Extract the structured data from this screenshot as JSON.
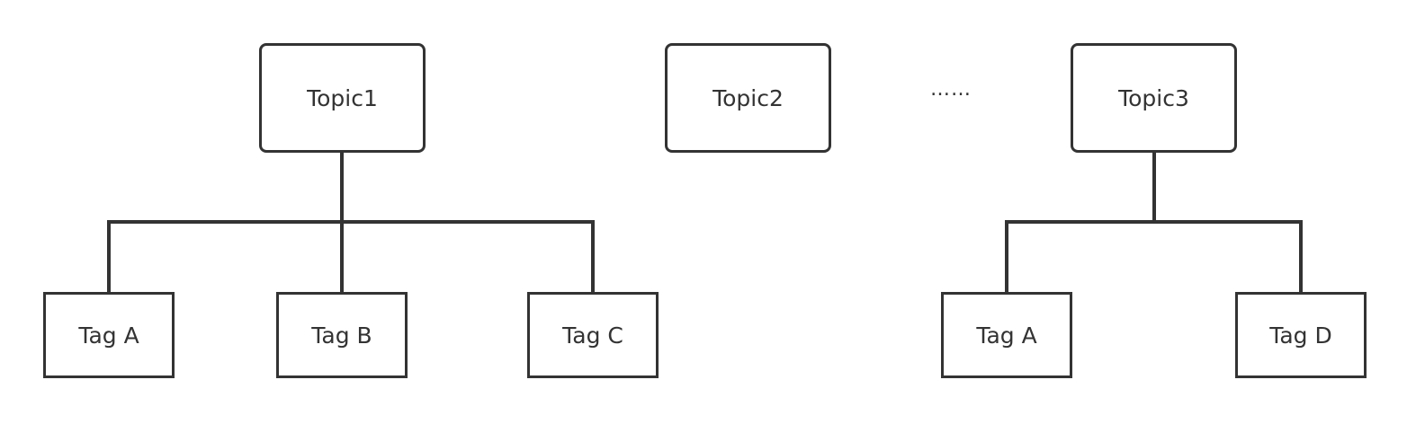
{
  "topics": [
    {
      "label": "Topic1"
    },
    {
      "label": "Topic2"
    },
    {
      "label": "Topic3"
    }
  ],
  "ellipsis": "……",
  "topic1_tags": [
    {
      "label": "Tag A"
    },
    {
      "label": "Tag B"
    },
    {
      "label": "Tag C"
    }
  ],
  "topic3_tags": [
    {
      "label": "Tag A"
    },
    {
      "label": "Tag D"
    }
  ],
  "colors": {
    "stroke": "#333333",
    "background": "#ffffff"
  }
}
